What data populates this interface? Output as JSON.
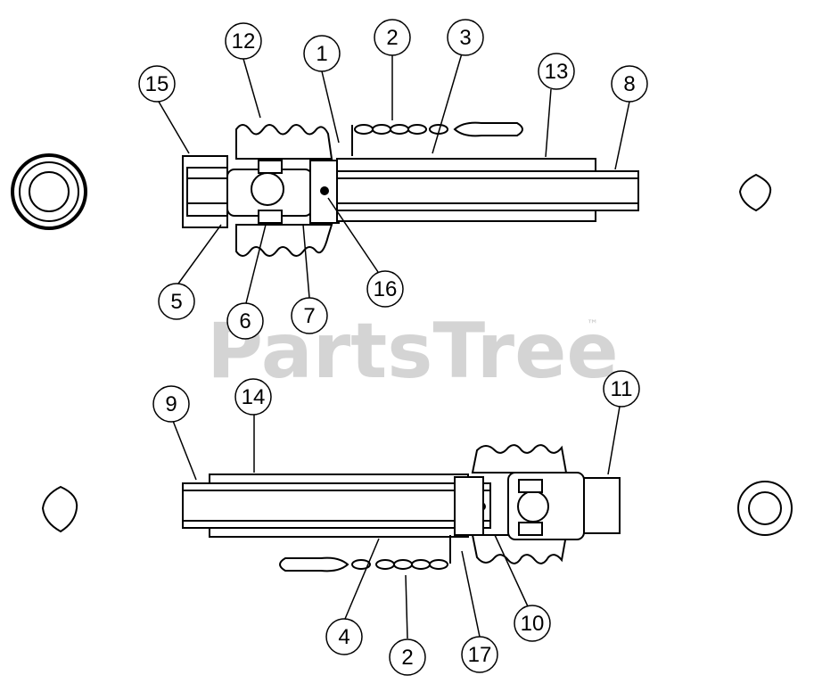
{
  "watermark": {
    "text": "PartsTree",
    "trademark": "™"
  },
  "callouts": {
    "c1": "1",
    "c2_top": "2",
    "c3": "3",
    "c13": "13",
    "c8": "8",
    "c12": "12",
    "c15": "15",
    "c5": "5",
    "c6": "6",
    "c7": "7",
    "c16": "16",
    "c9": "9",
    "c14": "14",
    "c11": "11",
    "c4": "4",
    "c2_bottom": "2",
    "c17": "17",
    "c10": "10"
  }
}
